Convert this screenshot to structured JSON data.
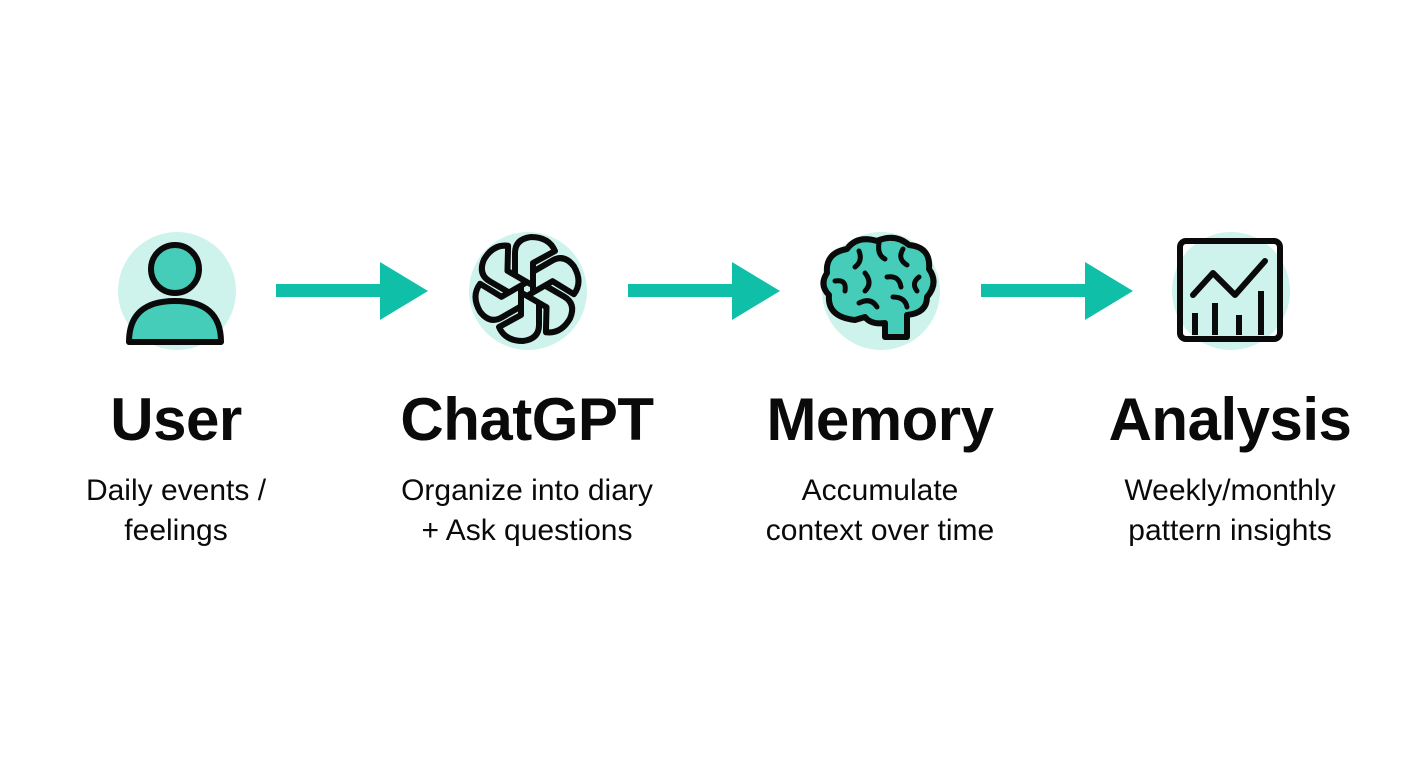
{
  "colors": {
    "accent": "#0fbfa8",
    "icon_fill": "#45cdb9",
    "circle_bg": "#cdf3ec",
    "stroke": "#0a0a0a"
  },
  "steps": [
    {
      "icon": "user-icon",
      "title": "User",
      "desc_line1": "Daily events /",
      "desc_line2": "feelings"
    },
    {
      "icon": "chatgpt-logo-icon",
      "title": "ChatGPT",
      "desc_line1": "Organize into diary",
      "desc_line2": "+ Ask questions"
    },
    {
      "icon": "brain-icon",
      "title": "Memory",
      "desc_line1": "Accumulate",
      "desc_line2": "context over time"
    },
    {
      "icon": "chart-icon",
      "title": "Analysis",
      "desc_line1": "Weekly/monthly",
      "desc_line2": "pattern insights"
    }
  ]
}
